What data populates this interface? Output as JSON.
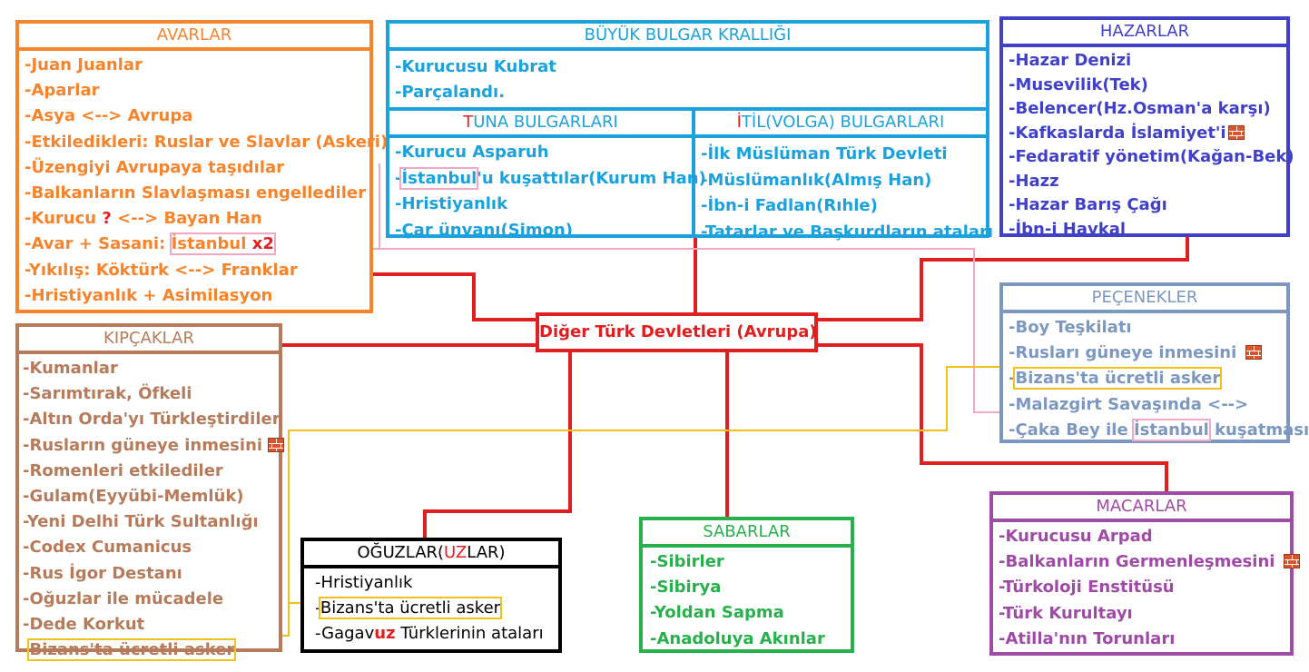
{
  "colors": {
    "connector": "#e02020",
    "avarlar": "#f5842c",
    "kipcaklar": "#b67b5a",
    "buyuk_bulgar": "#1ba1dc",
    "hazarlar": "#4040c8",
    "pecenekler": "#7c98c0",
    "macarlar": "#9e4aa6",
    "sabarlar": "#27b04b",
    "oguzlar": "#000000",
    "istanbul_link": "#f2a7c4",
    "bizans_link": "#f2c21a"
  },
  "center": {
    "title": "Diğer Türk Devletleri (Avrupa)"
  },
  "avarlar": {
    "title": "AVARLAR",
    "items": [
      "-Juan Juanlar",
      "-Aparlar",
      "-Asya <--> Avrupa",
      "-Etkiledikleri: Ruslar ve Slavlar (Askeri)",
      "-Üzengiyi Avrupaya taşıdılar",
      "-Balkanların Slavlaşması engellediler"
    ],
    "kurucu_prefix": "-Kurucu ",
    "kurucu_q": "?",
    "kurucu_suffix": " <--> Bayan Han",
    "avar_prefix": "-Avar + Sasani: ",
    "avar_istanbul": "İstanbul",
    "avar_x2": "x2",
    "items2": [
      "-Yıkılış: Köktürk <--> Franklar",
      "-Hristiyanlık + Asimilasyon"
    ]
  },
  "kipcaklar": {
    "title": "KIPÇAKLAR",
    "items_a": [
      "-Kumanlar",
      "-Sarımtırak, Öfkeli",
      "-Altın Orda'yı Türkleştirdiler"
    ],
    "rus_line": "-Rusların güneye inmesini",
    "items_b": [
      "-Romenleri etkilediler",
      "-Gulam(Eyyübi-Memlük)",
      "-Yeni Delhi Türk Sultanlığı",
      "-Codex Cumanicus",
      "-Rus İgor Destanı",
      "-Oğuzlar ile mücadele",
      "-Dede Korkut"
    ],
    "bizans_prefix": "-",
    "bizans": "Bizans'ta ücretli asker"
  },
  "buyuk_bulgar": {
    "title": "BÜYÜK BULGAR KRALLIĞI",
    "items": [
      "-Kurucusu Kubrat",
      "-Parçalandı."
    ],
    "tuna": {
      "title_first": "T",
      "title_rest": "UNA BULGARLARI",
      "item1": "-Kurucu Asparuh",
      "istanbul_prefix": "-",
      "istanbul": "İstanbul",
      "istanbul_suffix": "'u kuşattılar(Kurum Han)",
      "item3": "-Hristiyanlık",
      "item4": "-Çar ünvanı(Simon)"
    },
    "itil": {
      "title_first": "İ",
      "title_rest": "TİL(VOLGA) BULGARLARI",
      "items": [
        "-İlk Müslüman Türk Devleti",
        "-Müslümanlık(Almış Han)",
        "-İbn-i Fadlan(Rıhle)",
        "-Tatarlar ve Başkurdların ataları"
      ]
    }
  },
  "hazarlar": {
    "title": "HAZARLAR",
    "items_a": [
      "-Hazar Denizi",
      "-Musevilik(Tek)",
      "-Belencer(Hz.Osman'a karşı)"
    ],
    "kafkas": "-Kafkaslarda İslamiyet'i",
    "items_b": [
      "-Fedaratif yönetim(Kağan-Bek)",
      "-Hazz",
      "-Hazar Barış Çağı",
      "-İbn-i Havkal"
    ]
  },
  "pecenekler": {
    "title": "PEÇENEKLER",
    "item1": "-Boy Teşkilatı",
    "rus_line": "-Rusları güneye inmesini",
    "bizans_prefix": "-",
    "bizans": "Bizans'ta ücretli asker",
    "item4": "-Malazgirt Savaşında <-->",
    "caka_prefix": "-Çaka Bey ile ",
    "caka_istanbul": "İstanbul",
    "caka_suffix": " kuşatması"
  },
  "macarlar": {
    "title": "MACARLAR",
    "item1": "-Kurucusu Arpad",
    "germen": "-Balkanların Germenleşmesini",
    "items": [
      "-Türkoloji Enstitüsü",
      "-Türk Kurultayı",
      "-Atilla'nın Torunları"
    ]
  },
  "sabarlar": {
    "title": "SABARLAR",
    "items": [
      "-Sibirler",
      "-Sibirya",
      "-Yoldan Sapma",
      "-Anadoluya Akınlar"
    ]
  },
  "oguzlar": {
    "title_prefix": "OĞUZLAR(",
    "title_red": "UZ",
    "title_suffix": "LAR)",
    "item1": "-Hristiyanlık",
    "bizans_prefix": "-",
    "bizans": "Bizans'ta ücretli asker",
    "gaga_prefix": "-Gagav",
    "gaga_red": "uz",
    "gaga_suffix": " Türklerinin ataları"
  }
}
